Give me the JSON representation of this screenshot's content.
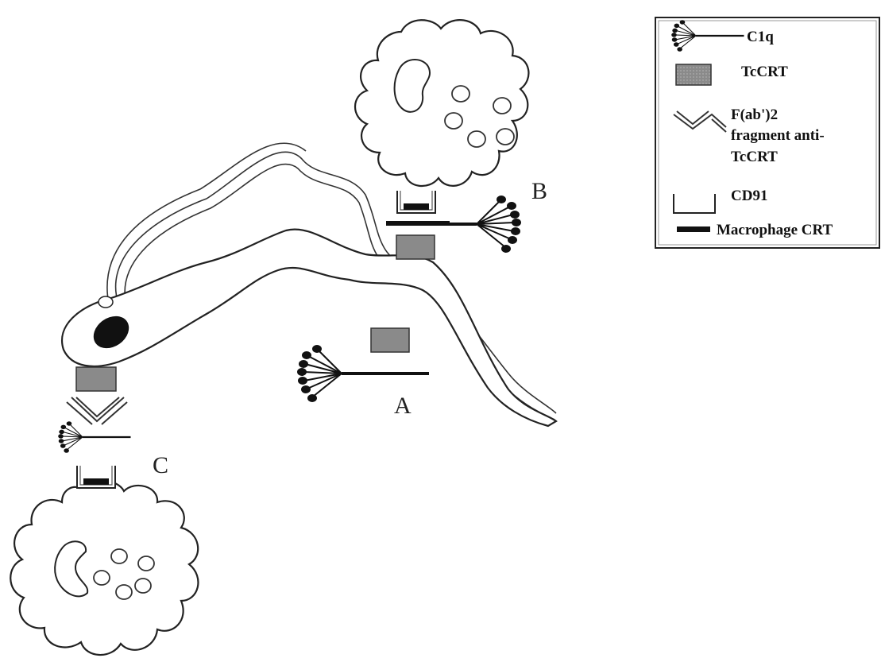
{
  "legend": {
    "c1q": "C1q",
    "tccrt": "TcCRT",
    "fab_line1": "F(ab')2",
    "fab_line2": "fragment anti-",
    "fab_line3": "TcCRT",
    "cd91": "CD91",
    "macrophage_crt": "Macrophage CRT"
  },
  "panels": {
    "a": "A",
    "b": "B",
    "c": "C"
  },
  "colors": {
    "tccrt_fill": "#8a8a8a",
    "outline": "#222222",
    "macrophage_crt": "#111111"
  }
}
